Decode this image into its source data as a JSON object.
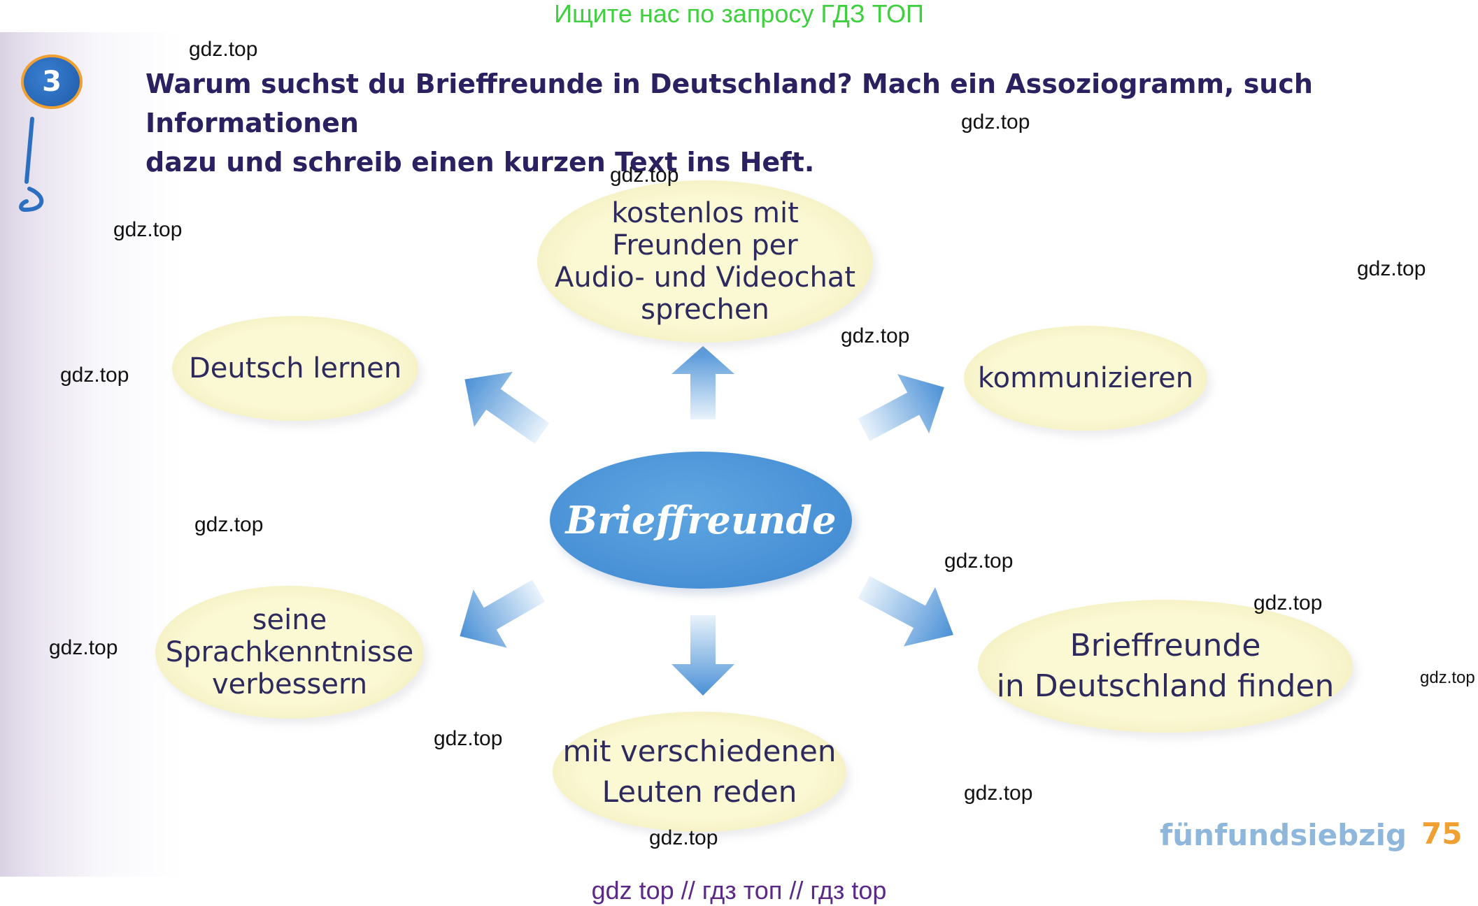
{
  "banners": {
    "top": "Ищите нас по запросу ГДЗ ТОП",
    "bottom": "gdz top  //  гдз топ  //  гдз top"
  },
  "task": {
    "number": "3",
    "text_line1": "Warum suchst du Brieffreunde in Deutschland? Mach ein Assoziogramm, such Informationen",
    "text_line2": "dazu und schreib einen kurzen Text ins Heft."
  },
  "mindmap": {
    "center": "Brieffreunde",
    "nodes": {
      "top": [
        "kostenlos mit",
        "Freunden per",
        "Audio- und Videochat",
        "sprechen"
      ],
      "left_top": [
        "Deutsch lernen"
      ],
      "right_top": [
        "kommunizieren"
      ],
      "left_bottom": [
        "seine",
        "Sprachkenntnisse",
        "verbessern"
      ],
      "right_bottom": [
        "Brieffreunde",
        "in Deutschland finden"
      ],
      "bottom": [
        "mit verschiedenen",
        "Leuten reden"
      ]
    }
  },
  "footer": {
    "page_word": "fünfundsiebzig",
    "page_number": "75"
  },
  "watermark": "gdz.top",
  "colors": {
    "banner_green": "#3fcf3f",
    "banner_purple": "#5b2a86",
    "task_text": "#2b2060",
    "bubble_fill": "#fbf8d4",
    "center_fill": "#4a90d6",
    "arrow_blue": "#5a9fdc",
    "page_number": "#f0a030"
  }
}
